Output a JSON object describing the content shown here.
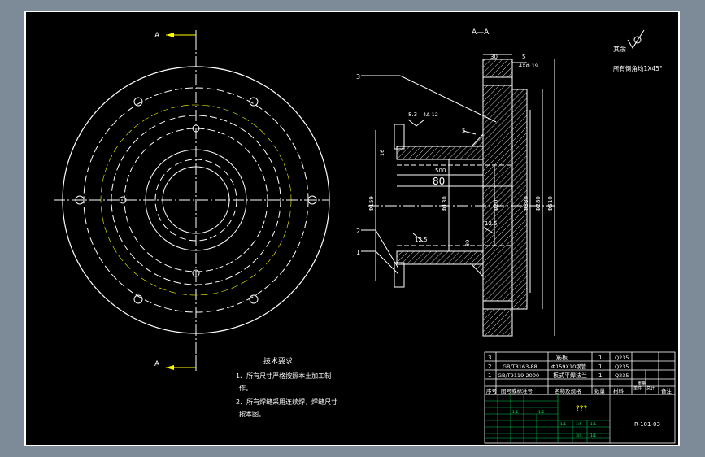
{
  "drawing": {
    "front_view": {
      "section_mark_top": "A",
      "section_mark_bottom": "A"
    },
    "section_view": {
      "title": "A—A",
      "dims": {
        "thk_top": "30",
        "top_small": "5",
        "holes": "4XΦ 19",
        "chamfer_label": "8.3",
        "weld": "4Δ 12",
        "five": "5",
        "h16": "16",
        "len500": "500",
        "len80": "80",
        "d159": "Φ159",
        "d130": "Φ130",
        "d20": "Φ20",
        "d380": "Φ380",
        "d280": "Φ280",
        "d510": "Φ510",
        "ra1": "12.5",
        "ra2": "12.5",
        "thirty": "30"
      },
      "leaders": [
        "3",
        "2",
        "1"
      ]
    },
    "roughness_note": {
      "prefix": "其余",
      "text": "所有倒角均1X45°"
    },
    "tech_req": {
      "title": "技术要求",
      "lines": [
        "1、所有尺寸严格按照本土加工制",
        "作。",
        "2、所有焊缝采用连续焊，焊缝尺寸",
        "按本图。"
      ]
    },
    "bom": {
      "rows": [
        {
          "no": "3",
          "code": "",
          "name": "筋板",
          "qty": "1",
          "mat": "Q235"
        },
        {
          "no": "2",
          "code": "GB/T8163-88",
          "name": "Φ159X10钢管",
          "qty": "1",
          "mat": "Q235"
        },
        {
          "no": "1",
          "code": "GB/T9119-2000",
          "name": "板式平焊法兰",
          "qty": "1",
          "mat": "Q235"
        }
      ],
      "header": [
        "序号",
        "图号或标准号",
        "名称及规格",
        "数量",
        "材料",
        "单件",
        "总计",
        "备注"
      ],
      "sub_weight": "重量"
    },
    "title_block": {
      "company": "???",
      "drawing_no": "R-101-03",
      "small_cells": [
        "1:1",
        "1:2",
        "1/1",
        "1:5",
        "1:1",
        "3/4",
        "1/1"
      ]
    }
  }
}
